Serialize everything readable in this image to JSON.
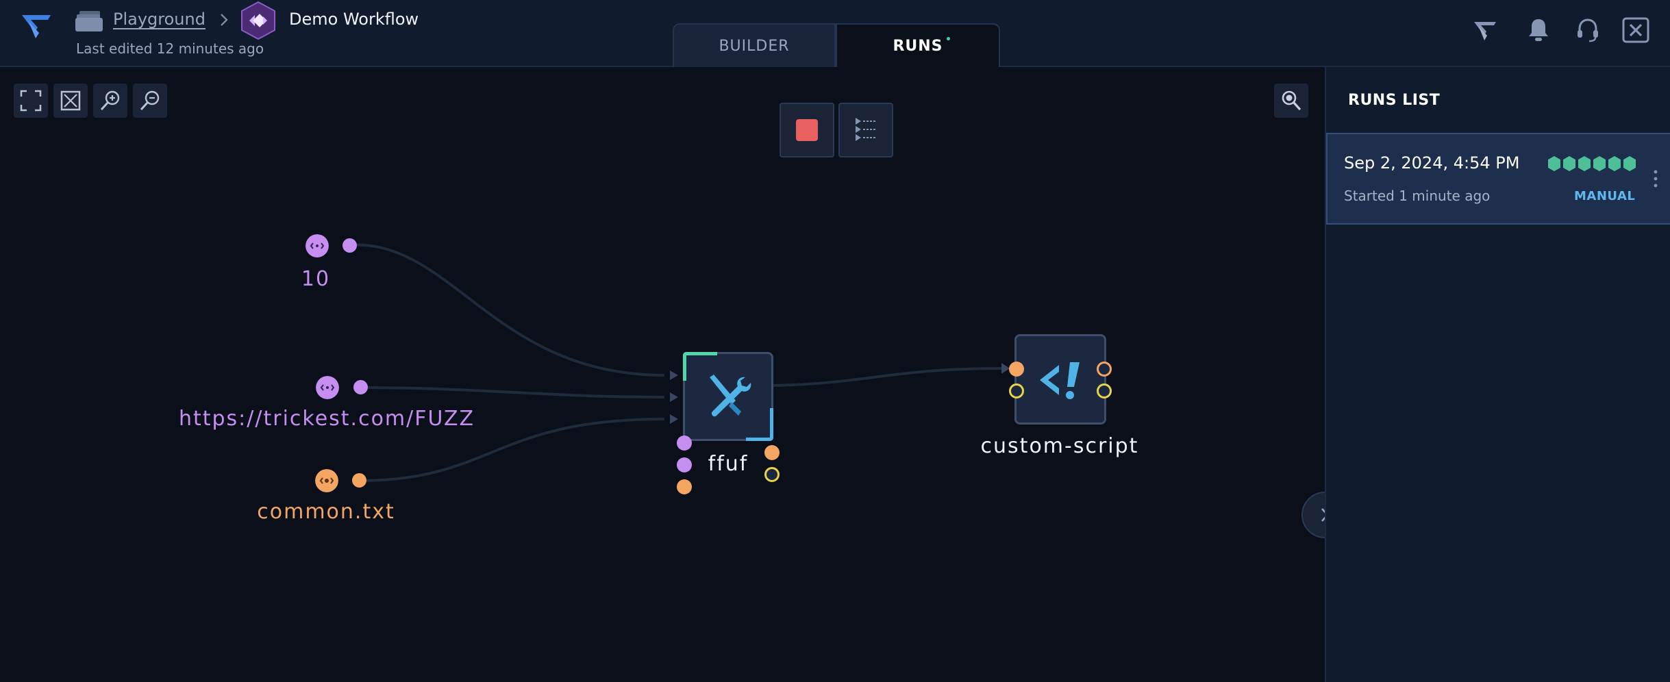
{
  "header": {
    "breadcrumb_parent": "Playground",
    "workflow_title": "Demo Workflow",
    "last_edited": "Last edited 12 minutes ago",
    "tabs": [
      {
        "label": "BUILDER",
        "active": false
      },
      {
        "label": "RUNS",
        "active": true
      }
    ],
    "icons": [
      "trickest-logo-icon",
      "folder-icon",
      "chevron-right-icon",
      "workflow-icon",
      "bell-icon",
      "headset-icon",
      "close-icon"
    ]
  },
  "canvas": {
    "toolbar_icons": [
      "fullscreen-icon",
      "fit-view-icon",
      "zoom-in-icon",
      "zoom-out-icon",
      "search-zoom-icon"
    ],
    "run_controls": [
      "stop-icon",
      "parallel-runs-icon"
    ],
    "nodes": [
      {
        "label": "10",
        "kind": "input-number",
        "color": "#c78ef2"
      },
      {
        "label": "https://trickest.com/FUZZ",
        "kind": "input-string",
        "color": "#c78ef2"
      },
      {
        "label": "common.txt",
        "kind": "input-file",
        "color": "#f4a562"
      },
      {
        "label": "ffuf",
        "kind": "tool",
        "icon": "tools-icon"
      },
      {
        "label": "custom-script",
        "kind": "script",
        "icon": "script-icon"
      }
    ]
  },
  "runs_panel": {
    "title": "RUNS LIST",
    "runs": [
      {
        "date": "Sep 2, 2024, 4:54 PM",
        "started": "Started 1 minute ago",
        "trigger": "MANUAL",
        "status_color": "#4fbf98"
      }
    ]
  },
  "colors": {
    "accent_purple": "#c78ef2",
    "accent_orange": "#f4a562",
    "accent_blue": "#4fb3e8",
    "accent_green": "#4fd8a8",
    "stop_red": "#e86060",
    "background": "#0a0f1a"
  }
}
